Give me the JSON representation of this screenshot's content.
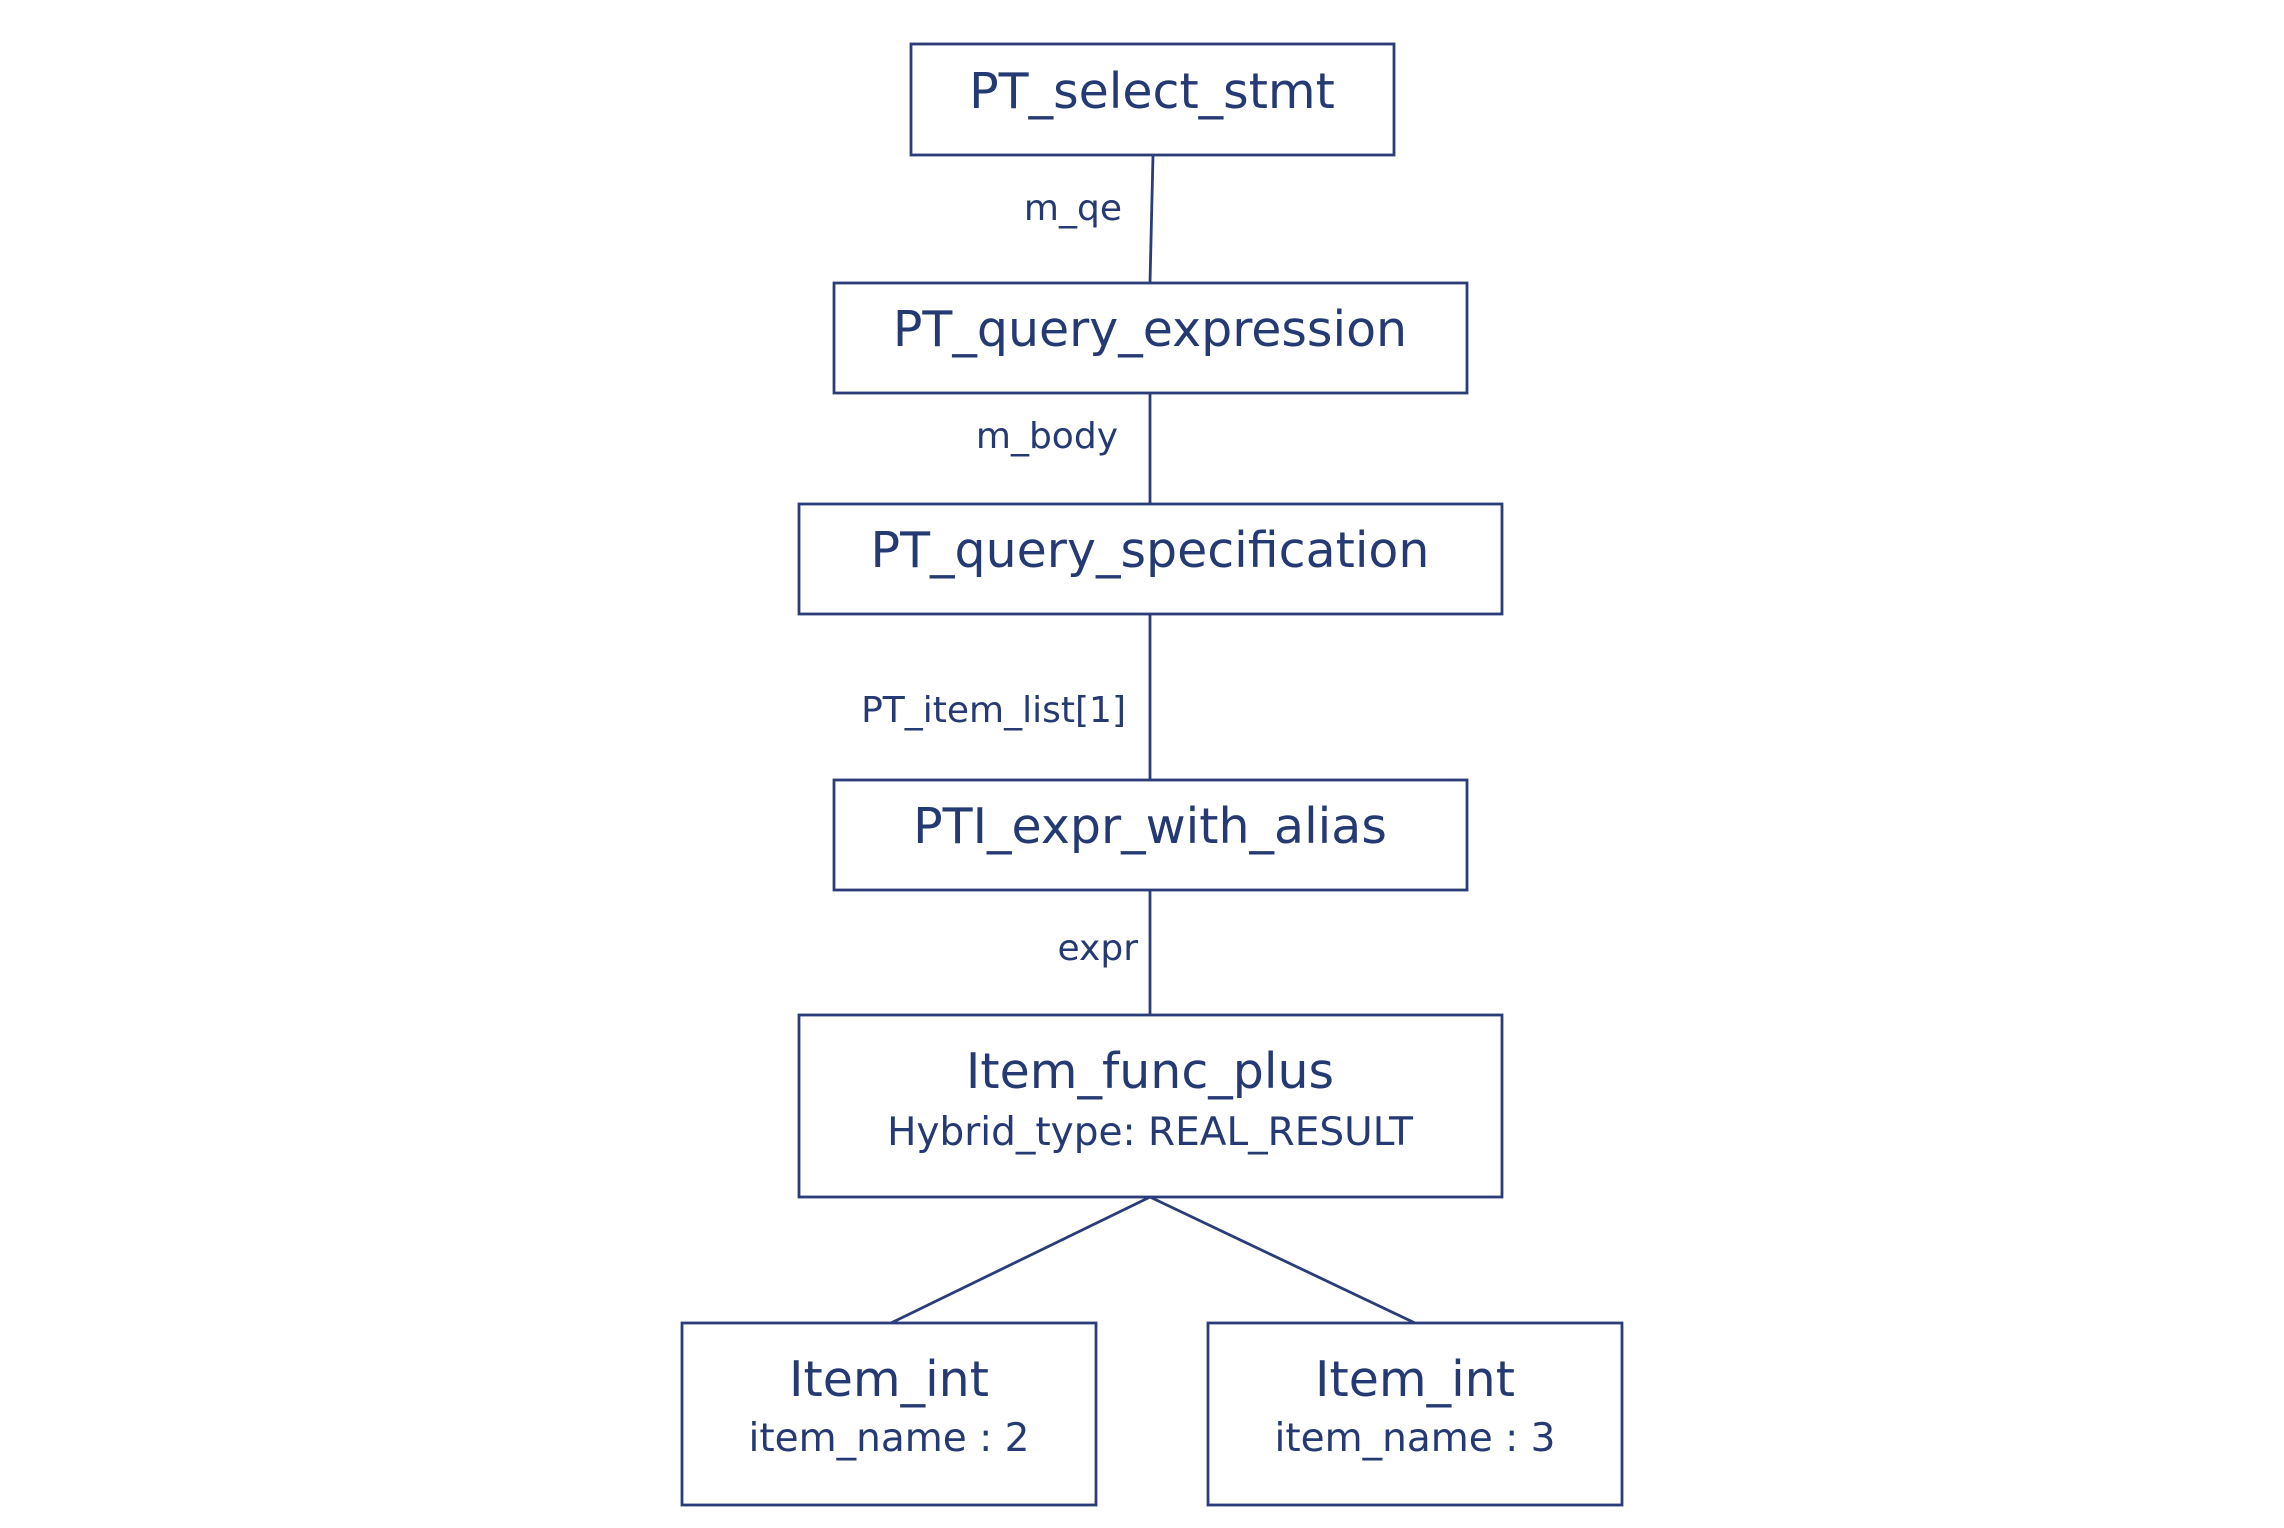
{
  "nodes": {
    "select_stmt": {
      "title": "PT_select_stmt"
    },
    "query_expression": {
      "title": "PT_query_expression"
    },
    "query_specification": {
      "title": "PT_query_specification"
    },
    "expr_with_alias": {
      "title": "PTI_expr_with_alias"
    },
    "func_plus": {
      "title": "Item_func_plus",
      "detail": "Hybrid_type: REAL_RESULT"
    },
    "int_left": {
      "title": "Item_int",
      "detail": "item_name : 2"
    },
    "int_right": {
      "title": "Item_int",
      "detail": "item_name : 3"
    }
  },
  "edges": {
    "m_qe": "m_qe",
    "m_body": "m_body",
    "item_list": "PT_item_list[1]",
    "expr": "expr"
  },
  "colors": {
    "ink": "#253a73",
    "stroke": "#2b3d78",
    "background": "#ffffff"
  }
}
